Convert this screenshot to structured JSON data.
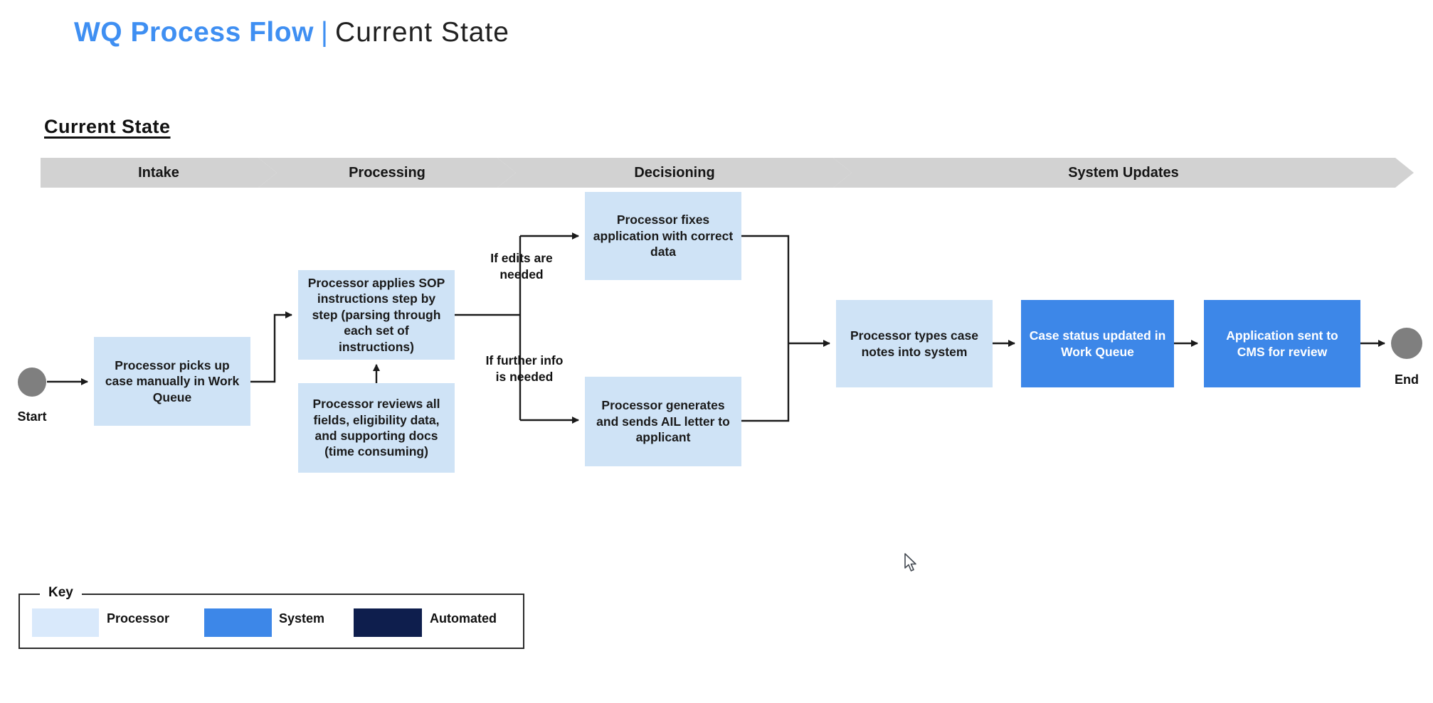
{
  "title": {
    "brand": "WQ Process Flow",
    "separator": "|",
    "subtitle": "Current State"
  },
  "section_heading": "Current State",
  "phases": [
    {
      "label": "Intake"
    },
    {
      "label": "Processing"
    },
    {
      "label": "Decisioning"
    },
    {
      "label": "System Updates"
    }
  ],
  "nodes": {
    "start_label": "Start",
    "end_label": "End",
    "boxes": [
      {
        "text": "Processor picks up case manually in Work Queue",
        "type": "processor"
      },
      {
        "text": "Processor applies SOP instructions step by step (parsing through each set of instructions)",
        "type": "processor"
      },
      {
        "text": "Processor reviews all fields, eligibility data, and supporting docs (time consuming)",
        "type": "processor"
      },
      {
        "text": "Processor fixes application with correct data",
        "type": "processor"
      },
      {
        "text": "Processor generates and sends AIL letter to applicant",
        "type": "processor"
      },
      {
        "text": "Processor types case notes into system",
        "type": "processor"
      },
      {
        "text": "Case status updated in Work Queue",
        "type": "system"
      },
      {
        "text": "Application sent to CMS for review",
        "type": "system"
      }
    ]
  },
  "branch_labels": {
    "top": "If edits are\nneeded",
    "bottom": "If further info\nis needed"
  },
  "legend": {
    "title": "Key",
    "items": [
      {
        "label": "Processor",
        "color": "#d9e9fb"
      },
      {
        "label": "System",
        "color": "#3d87e8"
      },
      {
        "label": "Automated",
        "color": "#0e1e4d"
      }
    ]
  },
  "colors": {
    "title_blue": "#3f8ff2",
    "processor_box": "#cfe3f6",
    "system_box": "#3d87e8",
    "chevron_gray": "#d2d2d2",
    "terminator_gray": "#7f7f7f",
    "connector": "#1a1a1a"
  }
}
